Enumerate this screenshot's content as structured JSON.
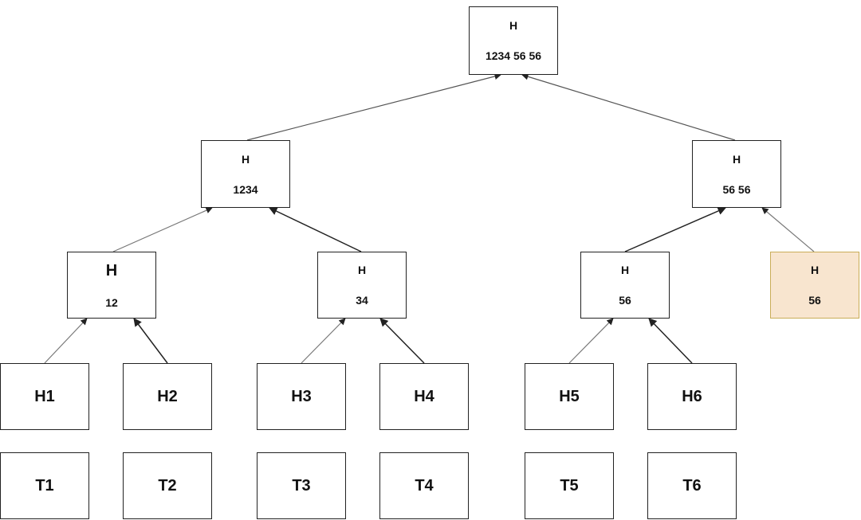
{
  "nodes": {
    "root": {
      "top": "H",
      "bottom": "1234 56 56"
    },
    "h1234": {
      "top": "H",
      "bottom": "1234"
    },
    "h5656": {
      "top": "H",
      "bottom": "56 56"
    },
    "h12": {
      "top": "H",
      "bottom": "12"
    },
    "h34": {
      "top": "H",
      "bottom": "34"
    },
    "h56": {
      "top": "H",
      "bottom": "56"
    },
    "h56dup": {
      "top": "H",
      "bottom": "56"
    }
  },
  "hash_leaves": [
    "H1",
    "H2",
    "H3",
    "H4",
    "H5",
    "H6"
  ],
  "transactions": [
    "T1",
    "T2",
    "T3",
    "T4",
    "T5",
    "T6"
  ],
  "colors": {
    "highlight_fill": "#f8e5cf",
    "highlight_border": "#c9ad58",
    "border": "#222222"
  }
}
